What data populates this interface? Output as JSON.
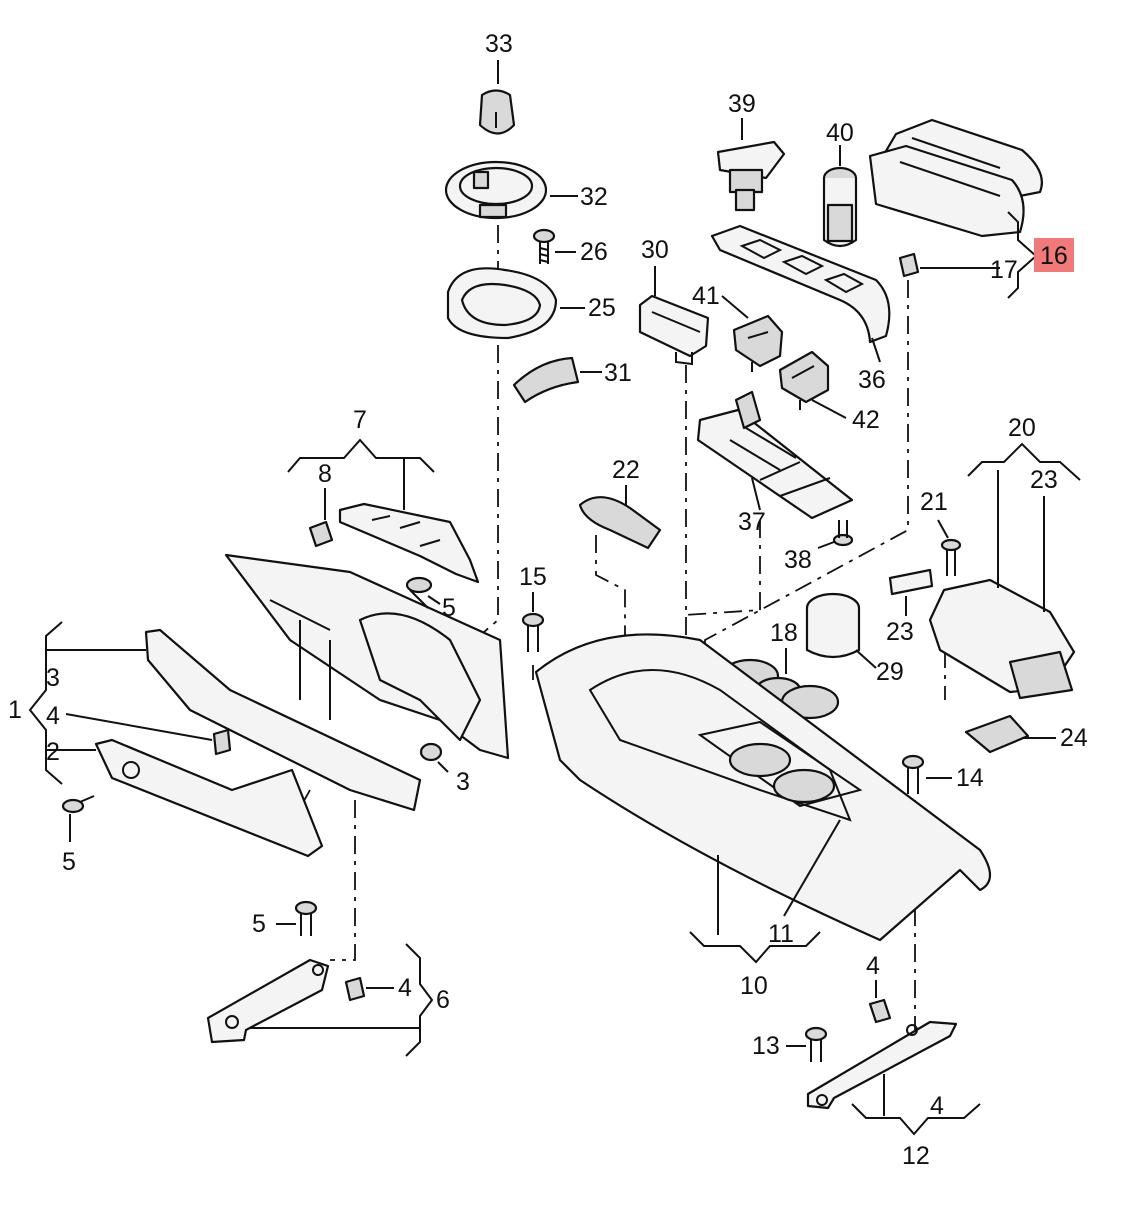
{
  "labels": {
    "l33": "33",
    "l32": "32",
    "l26": "26",
    "l25": "25",
    "l31": "31",
    "l39": "39",
    "l40": "40",
    "l30": "30",
    "l41": "41",
    "l36": "36",
    "l42": "42",
    "l16": "16",
    "l17": "17",
    "l7": "7",
    "l8": "8",
    "l22": "22",
    "l37": "37",
    "l38": "38",
    "l20": "20",
    "l23a": "23",
    "l21": "21",
    "l23b": "23",
    "l15": "15",
    "l18": "18",
    "l29": "29",
    "l5a": "5",
    "l1": "1",
    "l3a": "3",
    "l4a": "4",
    "l2": "2",
    "l3b": "3",
    "l5b": "5",
    "l24": "24",
    "l14": "14",
    "l11": "11",
    "l10": "10",
    "l5c": "5",
    "l4b": "4",
    "l6": "6",
    "l4c": "4",
    "l13": "13",
    "l4d": "4",
    "l12": "12"
  },
  "highlight": {
    "part": "16",
    "color": "#f07a7a"
  }
}
